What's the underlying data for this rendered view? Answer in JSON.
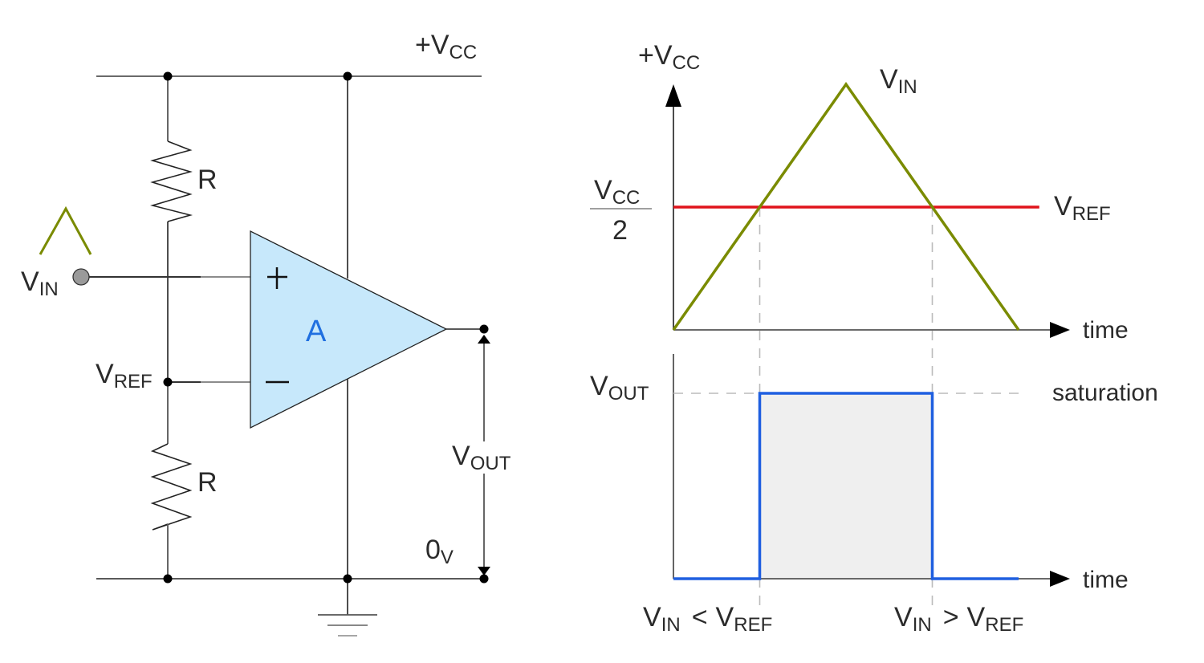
{
  "circuit": {
    "supply_label": {
      "main": "+V",
      "sub": "CC"
    },
    "vin_label": {
      "main": "V",
      "sub": "IN"
    },
    "vref_label": {
      "main": "V",
      "sub": "REF"
    },
    "resistor_top": "R",
    "resistor_bottom": "R",
    "opamp_label": "A",
    "plus_sign": "+",
    "minus_sign": "–",
    "vout_label": {
      "main": "V",
      "sub": "OUT"
    },
    "zero_label": {
      "main": "0",
      "sub": "V"
    }
  },
  "colors": {
    "vin": "#7a8b00",
    "vref": "#e0141b",
    "vout": "#1f5fe0",
    "opamp_fill": "#c7e8fb",
    "opamp_label": "#1f6fe0",
    "pulse_fill": "#efefef"
  },
  "chart_data": [
    {
      "type": "line",
      "title": "",
      "ylabel": {
        "main": "+V",
        "sub": "CC"
      },
      "xlabel": "time",
      "ytick": {
        "num_main": "V",
        "num_sub": "CC",
        "den": "2"
      },
      "x": [
        0,
        0.5,
        1.0
      ],
      "ylim": [
        0,
        1
      ],
      "series": [
        {
          "name": "V_IN",
          "label": {
            "main": "V",
            "sub": "IN"
          },
          "x": [
            0,
            0.5,
            1.0
          ],
          "values": [
            0,
            1.0,
            0
          ]
        },
        {
          "name": "V_REF",
          "label": {
            "main": "V",
            "sub": "REF"
          },
          "x": [
            0,
            1.06
          ],
          "values": [
            0.5,
            0.5
          ]
        }
      ],
      "crossings_x": [
        0.25,
        0.75
      ]
    },
    {
      "type": "line",
      "title": "",
      "xlabel": "time",
      "ylabel": {
        "main": "V",
        "sub": "OUT"
      },
      "level_label": "saturation",
      "ylim": [
        0,
        1
      ],
      "series": [
        {
          "name": "V_OUT",
          "x": [
            0,
            0.25,
            0.25,
            0.75,
            0.75,
            1.0
          ],
          "values": [
            0,
            0,
            1,
            1,
            0,
            0
          ]
        }
      ],
      "annotations": [
        {
          "x": 0.25,
          "text": {
            "a": "V",
            "a_sub": "IN",
            "op": "<",
            "b": "V",
            "b_sub": "REF"
          }
        },
        {
          "x": 0.75,
          "text": {
            "a": "V",
            "a_sub": "IN",
            "op": ">",
            "b": "V",
            "b_sub": "REF"
          }
        }
      ]
    }
  ]
}
